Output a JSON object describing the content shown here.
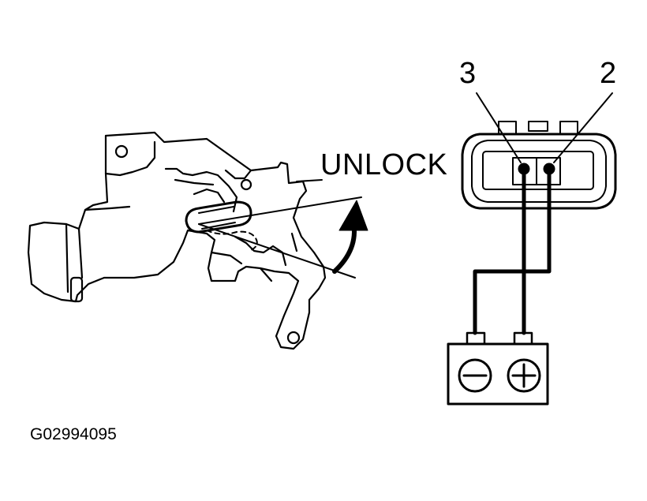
{
  "labels": {
    "unlock": "UNLOCK",
    "pin_3": "3",
    "pin_2": "2",
    "figure_code": "G02994095"
  },
  "battery": {
    "negative_symbol": "minus",
    "positive_symbol": "plus"
  },
  "colors": {
    "ink": "#000000",
    "background": "#ffffff"
  }
}
